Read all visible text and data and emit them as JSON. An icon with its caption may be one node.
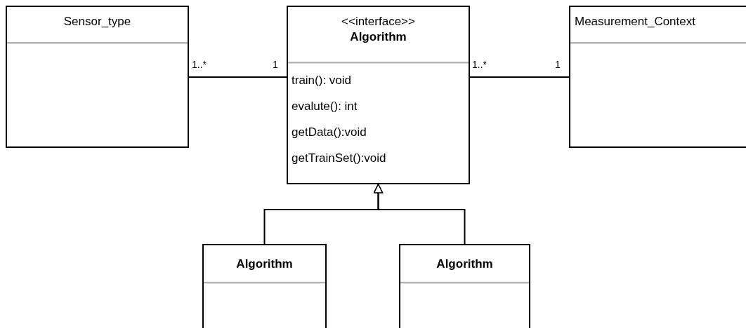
{
  "diagram": {
    "nodes": [
      {
        "text": [
          "Sensor_type"
        ]
      },
      {
        "text": [
          "<<interface>>",
          "Algorithm",
          "train(): void",
          "evalute(): int",
          "getData():void",
          "getTrainSet():void"
        ]
      },
      {
        "text": [
          "Measurement_Context"
        ]
      },
      {
        "text": [
          "Algorithm"
        ]
      },
      {
        "text": [
          "Algorithm"
        ]
      }
    ],
    "edges": [
      {
        "from": 0,
        "to": 1,
        "arrow": "none"
      },
      {
        "from": 1,
        "to": 2,
        "arrow": "none"
      },
      {
        "from": 3,
        "to": 1,
        "arrow": "to"
      },
      {
        "from": 4,
        "to": 1,
        "arrow": "to"
      }
    ],
    "labels": [
      "1..*",
      "1",
      "1..*",
      "1"
    ]
  }
}
